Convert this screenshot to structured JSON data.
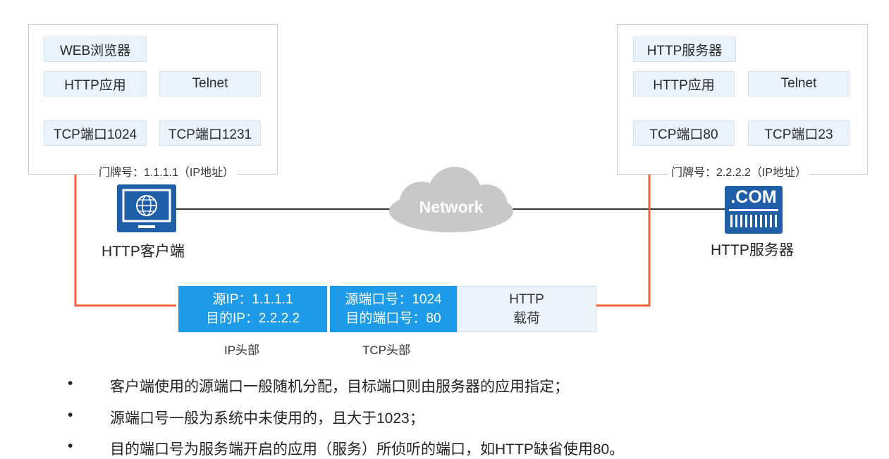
{
  "client": {
    "app_browser": "WEB浏览器",
    "app_http": "HTTP应用",
    "app_telnet": "Telnet",
    "port_http": "TCP端口1024",
    "port_telnet": "TCP端口1231",
    "address_label": "门牌号：1.1.1.1（IP地址）",
    "device_label": "HTTP客户端"
  },
  "server": {
    "app_server": "HTTP服务器",
    "app_http": "HTTP应用",
    "app_telnet": "Telnet",
    "port_http": "TCP端口80",
    "port_telnet": "TCP端口23",
    "address_label": "门牌号：2.2.2.2（IP地址）",
    "device_label": "HTTP服务器",
    "device_badge": ".COM"
  },
  "network": {
    "label": "Network"
  },
  "packet": {
    "ip_src": "源IP：1.1.1.1",
    "ip_dst": "目的IP：2.2.2.2",
    "tcp_src": "源端口号：1024",
    "tcp_dst": "目的端口号：80",
    "payload_line1": "HTTP",
    "payload_line2": "载荷",
    "ip_caption": "IP头部",
    "tcp_caption": "TCP头部"
  },
  "bullets": [
    "客户端使用的源端口一般随机分配，目标端口则由服务器的应用指定；",
    "源端口号一般为系统中未使用的，且大于1023；",
    "目的端口号为服务端开启的应用（服务）所侦听的端口，如HTTP缺省使用80。"
  ],
  "colors": {
    "accent_orange": "#f0603c",
    "packet_blue": "#1e9be8",
    "device_blue": "#1f5fa8"
  }
}
